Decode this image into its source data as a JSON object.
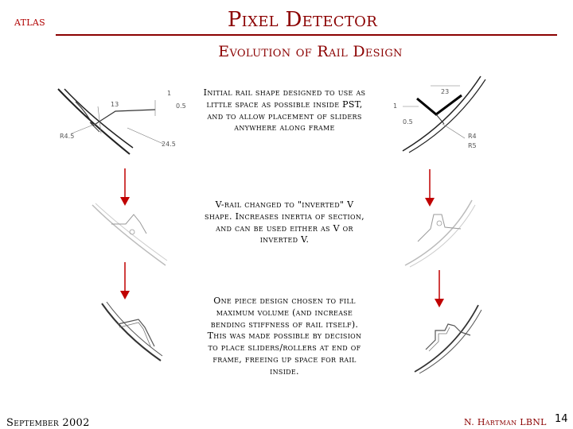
{
  "header": {
    "logo": "atlas",
    "title": "Pixel Detector",
    "subtitle": "Evolution of Rail Design"
  },
  "captions": [
    "Initial rail shape designed to use as little space as possible inside PST, and to allow placement of sliders anywhere along frame",
    "V-rail changed to \"inverted\" V shape. Increases inertia of section, and can be used either as V or inverted V.",
    "One piece design chosen to fill maximum volume (and increase bending stiffness of rail itself). This was made possible by decision to place sliders/rollers at end of frame, freeing up space for rail inside."
  ],
  "dimensions_left": [
    "13",
    "0.5",
    "R4.5",
    "24.5",
    "1"
  ],
  "dimensions_right": [
    "23",
    "1",
    "0.5",
    "R4",
    "R5"
  ],
  "footer": {
    "date": "September 2002",
    "author": "N. Hartman LBNL",
    "page_number": "14"
  },
  "colors": {
    "title": "#8b0000",
    "logo": "#b00000",
    "arrow": "#c00000",
    "drawing": "#222222"
  }
}
